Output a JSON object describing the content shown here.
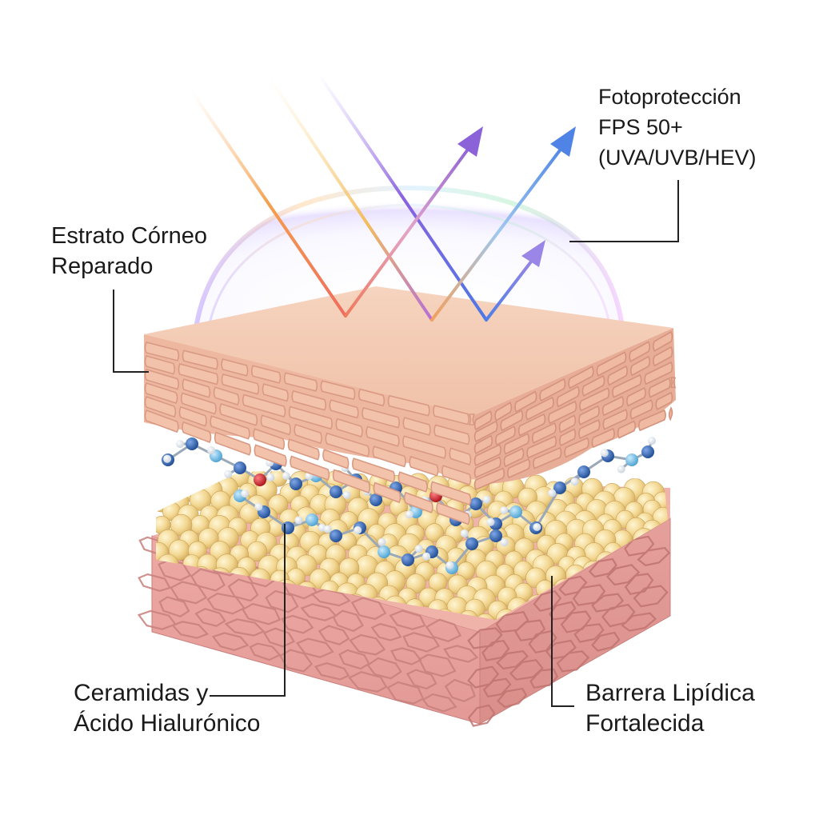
{
  "labels": {
    "photoprotection": {
      "lines": [
        "Fotoprotección",
        "FPS 50+",
        "(UVA/UVB/HEV)"
      ]
    },
    "stratum_corneum": {
      "lines": [
        "Estrato Córneo",
        "Reparado"
      ]
    },
    "ceramides": {
      "lines": [
        "Ceramidas y",
        "Ácido Hialurónico"
      ]
    },
    "lipid_barrier": {
      "lines": [
        "Barrera Lipídica",
        "Fortalecida"
      ]
    }
  },
  "colors": {
    "skin_top": "#f3c9b0",
    "skin_side": "#eeb9a3",
    "skin_front": "#f0c0a8",
    "lipid_sphere": "#f1d690",
    "tissue_base": "#e9a4a0",
    "molecule_dark": "#2a5ea8",
    "molecule_light": "#6fb6dc",
    "molecule_red": "#c8202a",
    "ray_orange": "#f0a24a",
    "ray_purple": "#8a5bd8",
    "ray_blue": "#4f7fe6",
    "leader_line": "#222222"
  }
}
